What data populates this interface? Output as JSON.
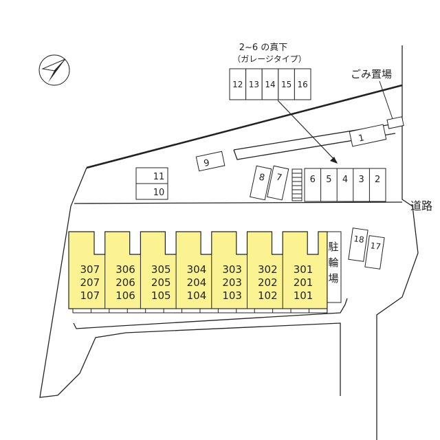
{
  "labels": {
    "note_line1": "2~6 の真下",
    "note_line2": "（ガレージタイプ）",
    "garbage": "ごみ置場",
    "road": "道路",
    "bike_parking": [
      "駐",
      "輪",
      "場"
    ]
  },
  "garage_units": [
    "12",
    "13",
    "14",
    "15",
    "16"
  ],
  "parking_row_right": [
    "6",
    "5",
    "4",
    "3",
    "2"
  ],
  "parking_slanted": [
    "8",
    "7"
  ],
  "parking_singles": {
    "p1": "1",
    "p9": "9",
    "p18": "18",
    "p17": "17"
  },
  "parking_stack": [
    "11",
    "10"
  ],
  "building_units": [
    {
      "top": "307",
      "mid": "207",
      "bot": "107"
    },
    {
      "top": "306",
      "mid": "206",
      "bot": "106"
    },
    {
      "top": "305",
      "mid": "205",
      "bot": "105"
    },
    {
      "top": "304",
      "mid": "204",
      "bot": "104"
    },
    {
      "top": "303",
      "mid": "203",
      "bot": "103"
    },
    {
      "top": "302",
      "mid": "202",
      "bot": "102"
    },
    {
      "top": "301",
      "mid": "201",
      "bot": "101"
    }
  ],
  "colors": {
    "building_fill": "#fbf391",
    "line": "#222222"
  },
  "icons": {
    "north": "north-arrow-icon"
  }
}
